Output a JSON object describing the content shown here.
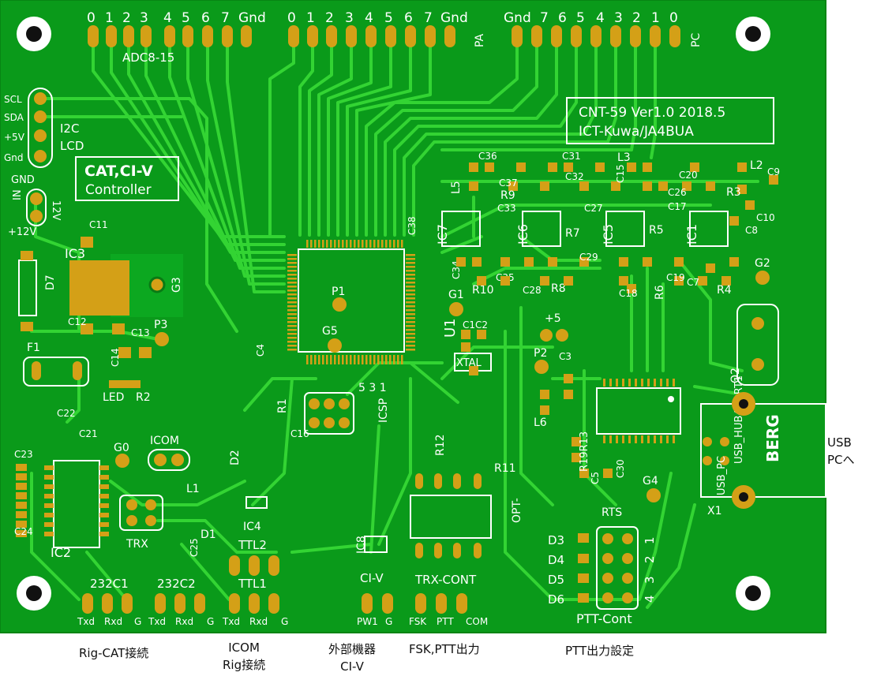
{
  "board": {
    "title": "CNT-59 Ver1.0 2018.5",
    "subtitle": "ICT-Kuwa/JA4BUA",
    "badge_line1": "CAT,CI-V",
    "badge_line2": "Controller"
  },
  "headers": {
    "adc_pins": [
      "0",
      "1",
      "2",
      "3",
      "4",
      "5",
      "6",
      "7",
      "Gnd"
    ],
    "adc_label": "ADC8-15",
    "pa_pins": [
      "0",
      "1",
      "2",
      "3",
      "4",
      "5",
      "6",
      "7",
      "Gnd"
    ],
    "pa_label": "PA",
    "pc_pins": [
      "Gnd",
      "7",
      "6",
      "5",
      "4",
      "3",
      "2",
      "1",
      "0"
    ],
    "pc_label": "PC"
  },
  "i2c": {
    "pins": [
      "SCL",
      "SDA",
      "+5V",
      "Gnd"
    ],
    "label1": "I2C",
    "label2": "LCD"
  },
  "power": {
    "gnd": "GND",
    "in": "IN",
    "v12": "12V",
    "plus12": "+12V"
  },
  "parts": {
    "ic3": "IC3",
    "d7": "D7",
    "c11": "C11",
    "c12": "C12",
    "c13": "C13",
    "c14": "C14",
    "g3": "G3",
    "p3": "P3",
    "f1": "F1",
    "led": "LED",
    "r2": "R2",
    "c22": "C22",
    "c21": "C21",
    "c23": "C23",
    "c24": "C24",
    "ic2": "IC2",
    "g0": "G0",
    "icom": "ICOM",
    "l1": "L1",
    "trx": "TRX",
    "d1": "D1",
    "c25": "C25",
    "d2": "D2",
    "ic4": "IC4",
    "c4": "C4",
    "p1": "P1",
    "g5": "G5",
    "u1": "U1",
    "c38": "C38",
    "r1": "R1",
    "c16": "C16",
    "icsp": "ICSP",
    "icsp_pins": "5  3  1",
    "g1": "G1",
    "c1c2": "C1C2",
    "xtal": "XTAL",
    "c34": "C34",
    "r10": "R10",
    "c35": "C35",
    "c28": "C28",
    "r8": "R8",
    "p2": "P2",
    "plus5": "+5",
    "c3": "C3",
    "l6": "L6",
    "r12": "R12",
    "r11": "R11",
    "opt": "OPT-",
    "ic8": "IC8",
    "c36": "C36",
    "c37": "C37",
    "c31": "C31",
    "c32": "C32",
    "l3": "L3",
    "c15": "C15",
    "l5": "L5",
    "r9": "R9",
    "c33": "C33",
    "c27": "C27",
    "c20": "C20",
    "c26": "C26",
    "c17": "C17",
    "r3": "R3",
    "l2": "L2",
    "c9": "C9",
    "c10": "C10",
    "c8": "C8",
    "ic7": "IC7",
    "ic6": "IC6",
    "ic5": "IC5",
    "ic1": "IC1",
    "r7": "R7",
    "r5": "R5",
    "c29": "C29",
    "c18": "C18",
    "r6": "R6",
    "c19": "C19",
    "c7": "C7",
    "r4": "R4",
    "g2": "G2",
    "q2": "Q2",
    "usbhub": "USB_HUB4PORT1",
    "r19r13": "R19R13",
    "c5": "C5",
    "c30": "C30",
    "g4": "G4",
    "usbpc": "USB_PC",
    "x1": "X1",
    "berg": "BERG",
    "rts": "RTS"
  },
  "connectors": {
    "c232_1": {
      "name": "232C1",
      "pins": [
        "Txd",
        "Rxd",
        "G"
      ]
    },
    "c232_2": {
      "name": "232C2",
      "pins": [
        "Txd",
        "Rxd",
        "G"
      ]
    },
    "ttl1": {
      "name": "TTL1",
      "pins": [
        "Txd",
        "Rxd",
        "G"
      ]
    },
    "ttl2": {
      "name": "TTL2"
    },
    "civ": {
      "name": "CI-V",
      "pins": [
        "PW1",
        "G"
      ]
    },
    "trxcont": {
      "name": "TRX-CONT",
      "pins": [
        "FSK",
        "PTT",
        "COM"
      ]
    },
    "ptt": {
      "name": "PTT-Cont",
      "rows": [
        "D3",
        "D4",
        "D5",
        "D6"
      ],
      "nums": [
        "1",
        "2",
        "3",
        "4"
      ]
    }
  },
  "captions": {
    "rig_cat": "Rig-CAT接続",
    "icom_1": "ICOM",
    "icom_2": "Rig接続",
    "ext_1": "外部機器",
    "ext_2": "CI-V",
    "fsk": "FSK,PTT出力",
    "ptt": "PTT出力設定",
    "usb_1": "USB",
    "usb_2": "PCへ"
  },
  "colors": {
    "board": "#0a9a1a",
    "trace": "#33d433",
    "pad": "#d4a017",
    "silkscreen": "#ffffff",
    "background": "#ffffff"
  }
}
